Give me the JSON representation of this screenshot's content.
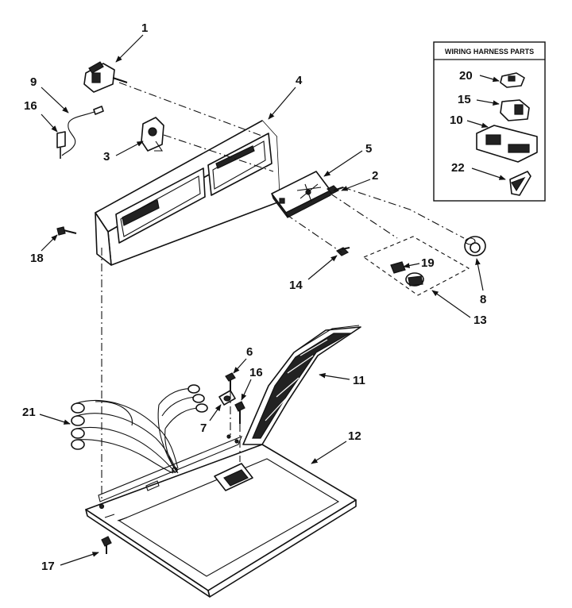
{
  "legend": {
    "title": "WIRING HARNESS PARTS",
    "items": [
      "20",
      "15",
      "10",
      "22"
    ]
  },
  "callouts": {
    "c1": "1",
    "c2": "2",
    "c3": "3",
    "c4": "4",
    "c5": "5",
    "c6": "6",
    "c7": "7",
    "c8": "8",
    "c9": "9",
    "c11": "11",
    "c12": "12",
    "c13": "13",
    "c14": "14",
    "c16a": "16",
    "c16b": "16",
    "c17": "17",
    "c18": "18",
    "c19": "19",
    "c21": "21"
  }
}
